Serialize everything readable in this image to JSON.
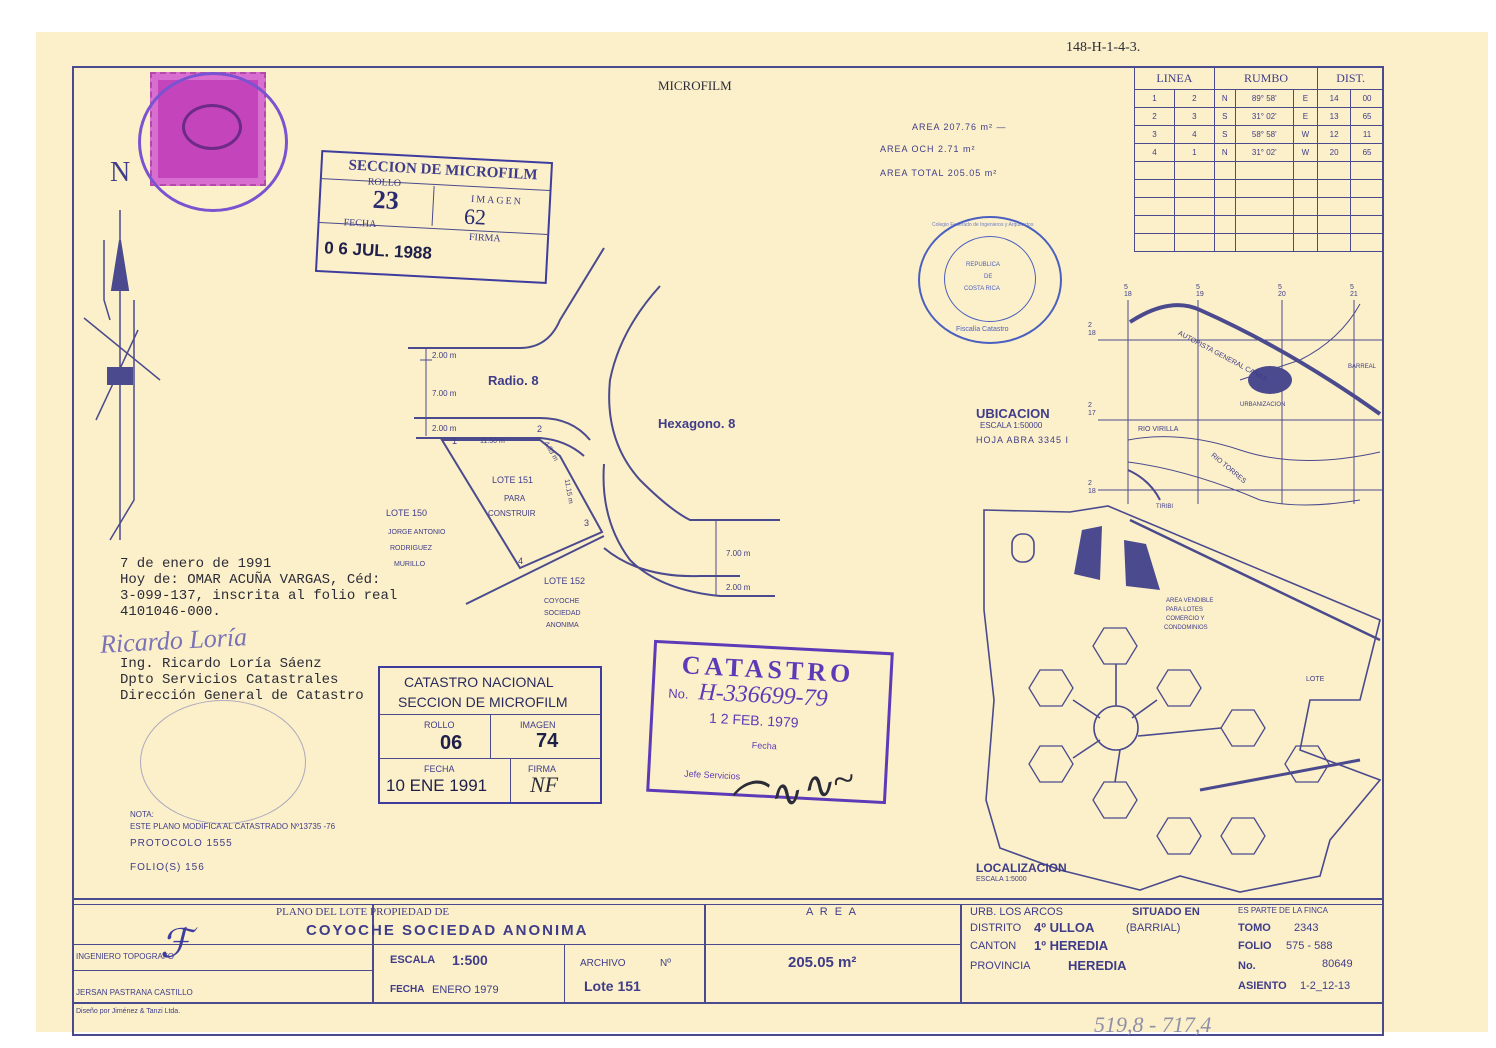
{
  "ref_number": "148-H-1-4-3.",
  "microfilm_header": "MICROFILM",
  "north_label": "N",
  "areas": {
    "area": "AREA  207.76 m² —",
    "area_och": "AREA OCH    2.71 m²",
    "area_total": "AREA TOTAL 205.05 m²"
  },
  "rumbo_table": {
    "headers": [
      "LINEA",
      "RUMBO",
      "DIST."
    ],
    "rows": [
      [
        "1",
        "2",
        "N",
        "89° 58'",
        "E",
        "14",
        "00"
      ],
      [
        "2",
        "3",
        "S",
        "31° 02'",
        "E",
        "13",
        "65"
      ],
      [
        "3",
        "4",
        "S",
        "58° 58'",
        "W",
        "12",
        "11"
      ],
      [
        "4",
        "1",
        "N",
        "31° 02'",
        "W",
        "20",
        "65"
      ],
      [
        "",
        "",
        "",
        "",
        "",
        "",
        ""
      ],
      [
        "",
        "",
        "",
        "",
        "",
        "",
        ""
      ],
      [
        "",
        "",
        "",
        "",
        "",
        "",
        ""
      ],
      [
        "",
        "",
        "",
        "",
        "",
        "",
        ""
      ],
      [
        "",
        "",
        "",
        "",
        "",
        "",
        ""
      ]
    ]
  },
  "microfilm_stamp_1": {
    "title": "SECCION DE MICROFILM",
    "rollo_label": "ROLLO",
    "rollo": "23",
    "imagen_label": "IMAGEN",
    "imagen": "62",
    "fecha_label": "FECHA",
    "fecha": "0 6  JUL. 1988",
    "firma_label": "FIRMA"
  },
  "plan": {
    "radio_label": "Radio. 8",
    "hexagono_label": "Hexagono. 8",
    "dim_2m_a": "2.00 m",
    "dim_7m_a": "7.00 m",
    "dim_2m_b": "2.00 m",
    "dim_7m_b": "7.00 m",
    "dim_2m_c": "2.00 m",
    "side_1150": "11.50 m",
    "side_433": "4.33 m",
    "side_1115": "11.15 m",
    "vertex_1": "1",
    "vertex_2": "2",
    "vertex_3": "3",
    "vertex_4": "4",
    "lote151_line1": "LOTE 151",
    "lote151_line2": "PARA",
    "lote151_line3": "CONSTRUIR",
    "lote150": "LOTE  150",
    "lote150_owner": [
      "JORGE ANTONIO",
      "RODRIGUEZ",
      "MURILLO"
    ],
    "lote152": "LOTE 152",
    "lote152_owner": [
      "COYOCHE",
      "SOCIEDAD",
      "ANONIMA"
    ]
  },
  "typed_note": [
    "7 de enero de 1991",
    "Hoy de:  OMAR ACUÑA VARGAS, Céd:",
    "3-099-137, inscrita al folio real",
    "4101046-000."
  ],
  "signatory": [
    "Ing. Ricardo Loría Sáenz",
    "Dpto Servicios Catastrales",
    "Dirección General de Catastro"
  ],
  "signature_script": "Ricardo Loría",
  "microfilm_stamp_2": {
    "title_1": "CATASTRO NACIONAL",
    "title_2": "SECCION DE MICROFILM",
    "rollo_label": "ROLLO",
    "rollo": "06",
    "imagen_label": "IMAGEN",
    "imagen": "74",
    "fecha_label": "FECHA",
    "fecha": "10 ENE 1991",
    "firma_label": "FIRMA",
    "firma": "NF"
  },
  "catastro_stamp": {
    "title": "CATASTRO",
    "no_label": "No.",
    "number": "H-336699-79",
    "date": "1 2  FEB. 1979",
    "fecha_label": "Fecha",
    "jefe_label": "Jefe Servicios"
  },
  "round_seal": {
    "outer_text": "Colegio  Federado  de  Ingenieros  y  Arquitectos",
    "inner_1": "REPUBLICA",
    "inner_2": "DE",
    "inner_3": "COSTA RICA",
    "bottom": "Fiscalía Catastro"
  },
  "ubicacion": {
    "title": "UBICACION",
    "escala": "ESCALA 1:50000",
    "hoja": "HOJA  ABRA 3345 I",
    "grid_top": [
      "5",
      "18",
      "5",
      "19",
      "5",
      "20",
      "5",
      "21"
    ],
    "grid_left": [
      "2",
      "18",
      "2",
      "17",
      "2",
      "18"
    ],
    "road": "AUTOPISTA GENERAL CAÑAS",
    "urbanizacion": "URBANIZACION",
    "barreal": "BARREAL",
    "rio_virilla": "RIO VIRILLA",
    "rio_torres": "RIO TORRES",
    "tiribi": "TIRIBI"
  },
  "localizacion": {
    "title": "LOCALIZACION",
    "escala": "ESCALA 1:5000",
    "area_vendible": [
      "AREA VENDIBLE",
      "PARA LOTES",
      "COMERCIO Y",
      "CONDOMINIOS"
    ],
    "lote": "LOTE"
  },
  "nota": {
    "label": "NOTA:",
    "text": "ESTE  PLANO  MODIFICA  AL CATASTRADO Nº13735 -76",
    "protocolo": "PROTOCOLO   1555",
    "folio": "FOLIO(S)     156"
  },
  "title_block": {
    "plano_label": "PLANO  DEL  LOTE  PROPIEDAD  DE",
    "owner": "COYOCHE  SOCIEDAD  ANONIMA",
    "ingeniero_label": "INGENIERO  TOPOGRAFO",
    "ingeniero": "JERSAN  PASTRANA  CASTILLO",
    "escala_label": "ESCALA",
    "escala": "1:500",
    "fecha_label": "FECHA",
    "fecha": "ENERO 1979",
    "archivo_label": "ARCHIVO",
    "archivo_no": "Nº",
    "lote": "Lote  151",
    "area_label": "A R E A",
    "area": "205.05 m²",
    "urb": "URB. LOS ARCOS",
    "situado": "SITUADO EN",
    "distrito_label": "DISTRITO",
    "distrito": "4º ULLOA",
    "distrito_extra": "(BARRIAL)",
    "canton_label": "CANTON",
    "canton": "1º HEREDIA",
    "provincia_label": "PROVINCIA",
    "provincia": "HEREDIA",
    "finca_label": "ES PARTE DE LA   FINCA",
    "tomo_label": "TOMO",
    "tomo": "2343",
    "folio_label": "FOLIO",
    "folio": "575 - 588",
    "no_label": "No.",
    "no": "80649",
    "asiento_label": "ASIENTO",
    "asiento": "1-2_12-13",
    "printer": "Diseño por Jiménez & Tanzi Ltda."
  },
  "handwritten_bottom": "519,8 - 717,4",
  "colors": {
    "paper": "#fbf0c9",
    "ink": "#3f3c8a",
    "stamp_violet": "#5d3bb8",
    "revenue_stamp": "#c13fb8"
  }
}
